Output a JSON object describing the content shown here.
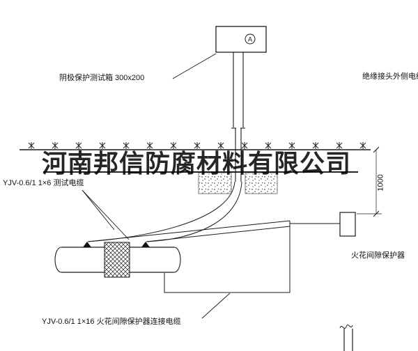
{
  "drawing": {
    "watermark": "河南邦信防腐材料有限公司",
    "labels": {
      "test_box": "阴极保护测试箱 300x200",
      "insulation_joint_outer_cable": "绝缘接头外侧电缆",
      "test_cable": "YJV-0.6/1  1×6  测试电缆",
      "spark_gap_protector": "火花间隙保护器",
      "spark_gap_cable": "YJV-0.6/1  1×16  火花间隙保护器连接电缆",
      "burial_depth": "1000",
      "terminal_letter": "A"
    },
    "colors": {
      "line": "#1a1a1a",
      "background": "#ffffff",
      "watermark": "#000000"
    }
  }
}
